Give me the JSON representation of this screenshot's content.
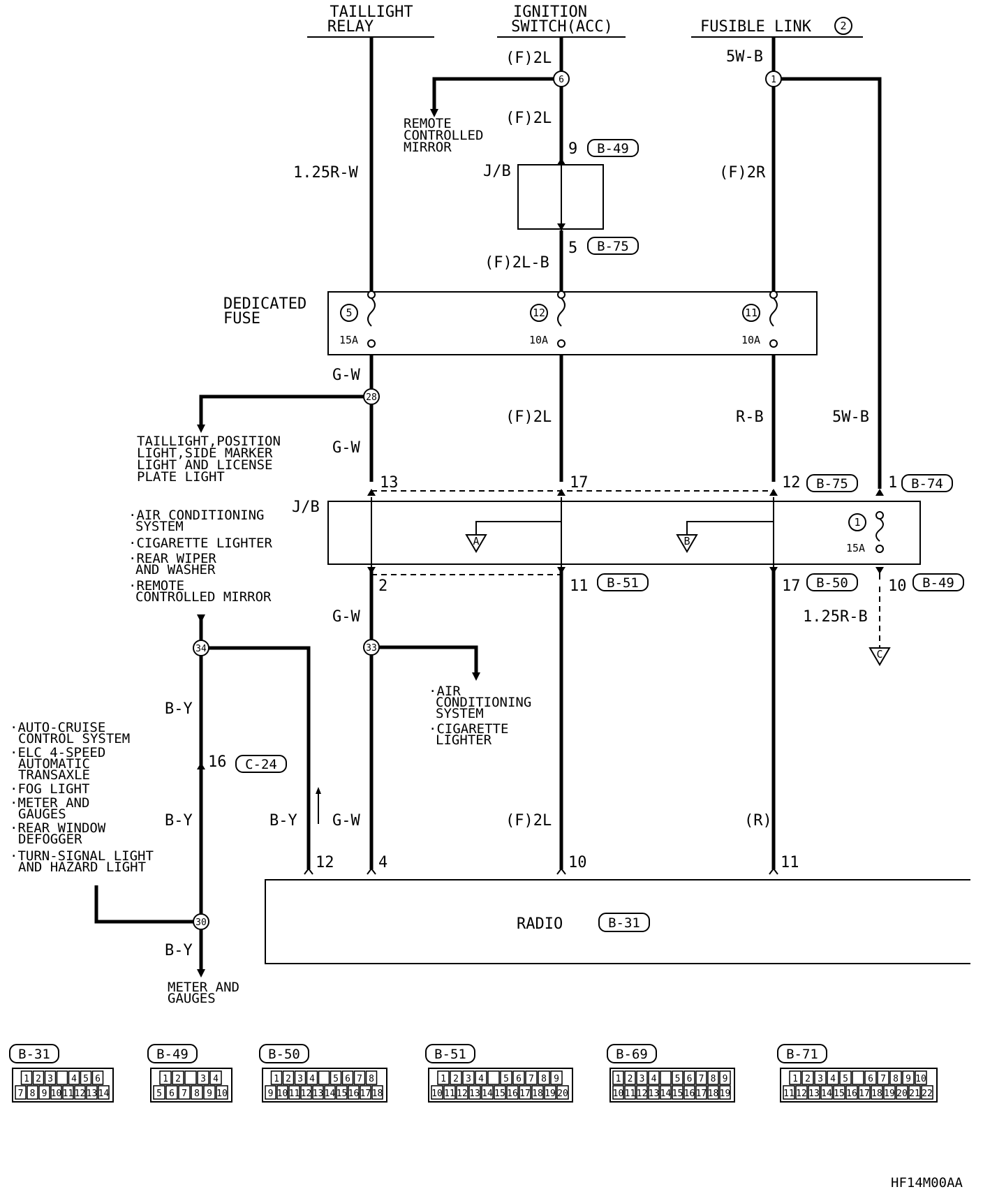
{
  "sources": {
    "taillight_relay": [
      "TAILLIGHT",
      "RELAY"
    ],
    "ignition_switch": [
      "IGNITION",
      "SWITCH(ACC)"
    ],
    "fusible_link": "FUSIBLE LINK",
    "fusible_link_num": "2"
  },
  "wires": {
    "w_125rw": "1.25R-W",
    "w_f2l_top": "(F)2L",
    "w_f2l_mid": "(F)2L",
    "w_f2lb": "(F)2L-B",
    "w_5wb_top": "5W-B",
    "w_f2r": "(F)2R",
    "w_gw_1": "G-W",
    "w_gw_2": "G-W",
    "w_f2l_low": "(F)2L",
    "w_rb": "R-B",
    "w_5wb_low": "5W-B",
    "w_gw_3": "G-W",
    "w_125rb": "1.25R-B",
    "w_by_1": "B-Y",
    "w_by_2": "B-Y",
    "w_by_3": "B-Y",
    "w_gw_4": "G-W",
    "w_f2l_bot": "(F)2L",
    "w_r": "(R)",
    "w_by_4": "B-Y"
  },
  "nodes": {
    "n6": "6",
    "n1": "1",
    "n28": "28",
    "n34": "34",
    "n33": "33",
    "n30": "30"
  },
  "pins": {
    "p9": "9",
    "p5": "5",
    "p13": "13",
    "p17": "17",
    "p12": "12",
    "p1": "1",
    "p2": "2",
    "p11": "11",
    "p17b": "17",
    "p10": "10",
    "p16": "16",
    "r12": "12",
    "r4": "4",
    "r10": "10",
    "r11": "11"
  },
  "connectors": {
    "b49": "B-49",
    "b75a": "B-75",
    "b75b": "B-75",
    "b74": "B-74",
    "b51": "B-51",
    "b50": "B-50",
    "b49b": "B-49",
    "c24": "C-24",
    "b31": "B-31"
  },
  "jb_label_1": "J/B",
  "jb_label_2": "J/B",
  "dedicated_fuse": [
    "DEDICATED",
    "FUSE"
  ],
  "fuses": [
    {
      "num": "5",
      "amp": "15A"
    },
    {
      "num": "12",
      "amp": "10A"
    },
    {
      "num": "11",
      "amp": "10A"
    }
  ],
  "jb_fuse": {
    "num": "1",
    "amp": "15A"
  },
  "refs": {
    "a": "A",
    "b": "B",
    "c": "C"
  },
  "remote_mirror": [
    "REMOTE",
    "CONTROLLED",
    "MIRROR"
  ],
  "taillight_dest": [
    "TAILLIGHT,POSITION",
    "LIGHT,SIDE MARKER",
    "LIGHT AND LICENSE",
    "PLATE LIGHT"
  ],
  "jb_dest": [
    "·AIR CONDITIONING",
    "SYSTEM",
    "·CIGARETTE LIGHTER",
    "·REAR WIPER",
    "AND WASHER",
    "·REMOTE",
    "CONTROLLED MIRROR"
  ],
  "ac_dest": [
    "·AIR",
    "CONDITIONING",
    "SYSTEM",
    "·CIGARETTE",
    "LIGHTER"
  ],
  "left_dest": [
    "·AUTO-CRUISE",
    "CONTROL SYSTEM",
    "·ELC 4-SPEED",
    "AUTOMATIC",
    "TRANSAXLE",
    "·FOG LIGHT",
    "·METER AND",
    "GAUGES",
    "·REAR WINDOW",
    "DEFOGGER",
    "·TURN-SIGNAL LIGHT",
    "AND HAZARD LIGHT"
  ],
  "meter_dest": [
    "METER AND",
    "GAUGES"
  ],
  "radio": "RADIO",
  "conn_views": [
    {
      "label": "B-31",
      "top": [
        "1",
        "2",
        "3",
        "",
        "4",
        "5",
        "6"
      ],
      "bottom": [
        "7",
        "8",
        "9",
        "10",
        "11",
        "12",
        "13",
        "14"
      ]
    },
    {
      "label": "B-49",
      "top": [
        "1",
        "2",
        "",
        "3",
        "4"
      ],
      "bottom": [
        "5",
        "6",
        "7",
        "8",
        "9",
        "10"
      ]
    },
    {
      "label": "B-50",
      "top": [
        "1",
        "2",
        "3",
        "4",
        "",
        "5",
        "6",
        "7",
        "8"
      ],
      "bottom": [
        "9",
        "10",
        "11",
        "12",
        "13",
        "14",
        "15",
        "16",
        "17",
        "18"
      ]
    },
    {
      "label": "B-51",
      "top": [
        "1",
        "2",
        "3",
        "4",
        "",
        "5",
        "6",
        "7",
        "8",
        "9"
      ],
      "bottom": [
        "10",
        "11",
        "12",
        "13",
        "14",
        "15",
        "16",
        "17",
        "18",
        "19",
        "20"
      ]
    },
    {
      "label": "B-69",
      "top": [
        "1",
        "2",
        "3",
        "4",
        "",
        "5",
        "6",
        "7",
        "8",
        "9"
      ],
      "bottom": [
        "10",
        "11",
        "12",
        "13",
        "14",
        "15",
        "16",
        "17",
        "18",
        "19"
      ]
    },
    {
      "label": "B-71",
      "top": [
        "1",
        "2",
        "3",
        "4",
        "5",
        "",
        "6",
        "7",
        "8",
        "9",
        "10"
      ],
      "bottom": [
        "11",
        "12",
        "13",
        "14",
        "15",
        "16",
        "17",
        "18",
        "19",
        "20",
        "21",
        "22"
      ]
    }
  ],
  "code": "HF14M00AA"
}
